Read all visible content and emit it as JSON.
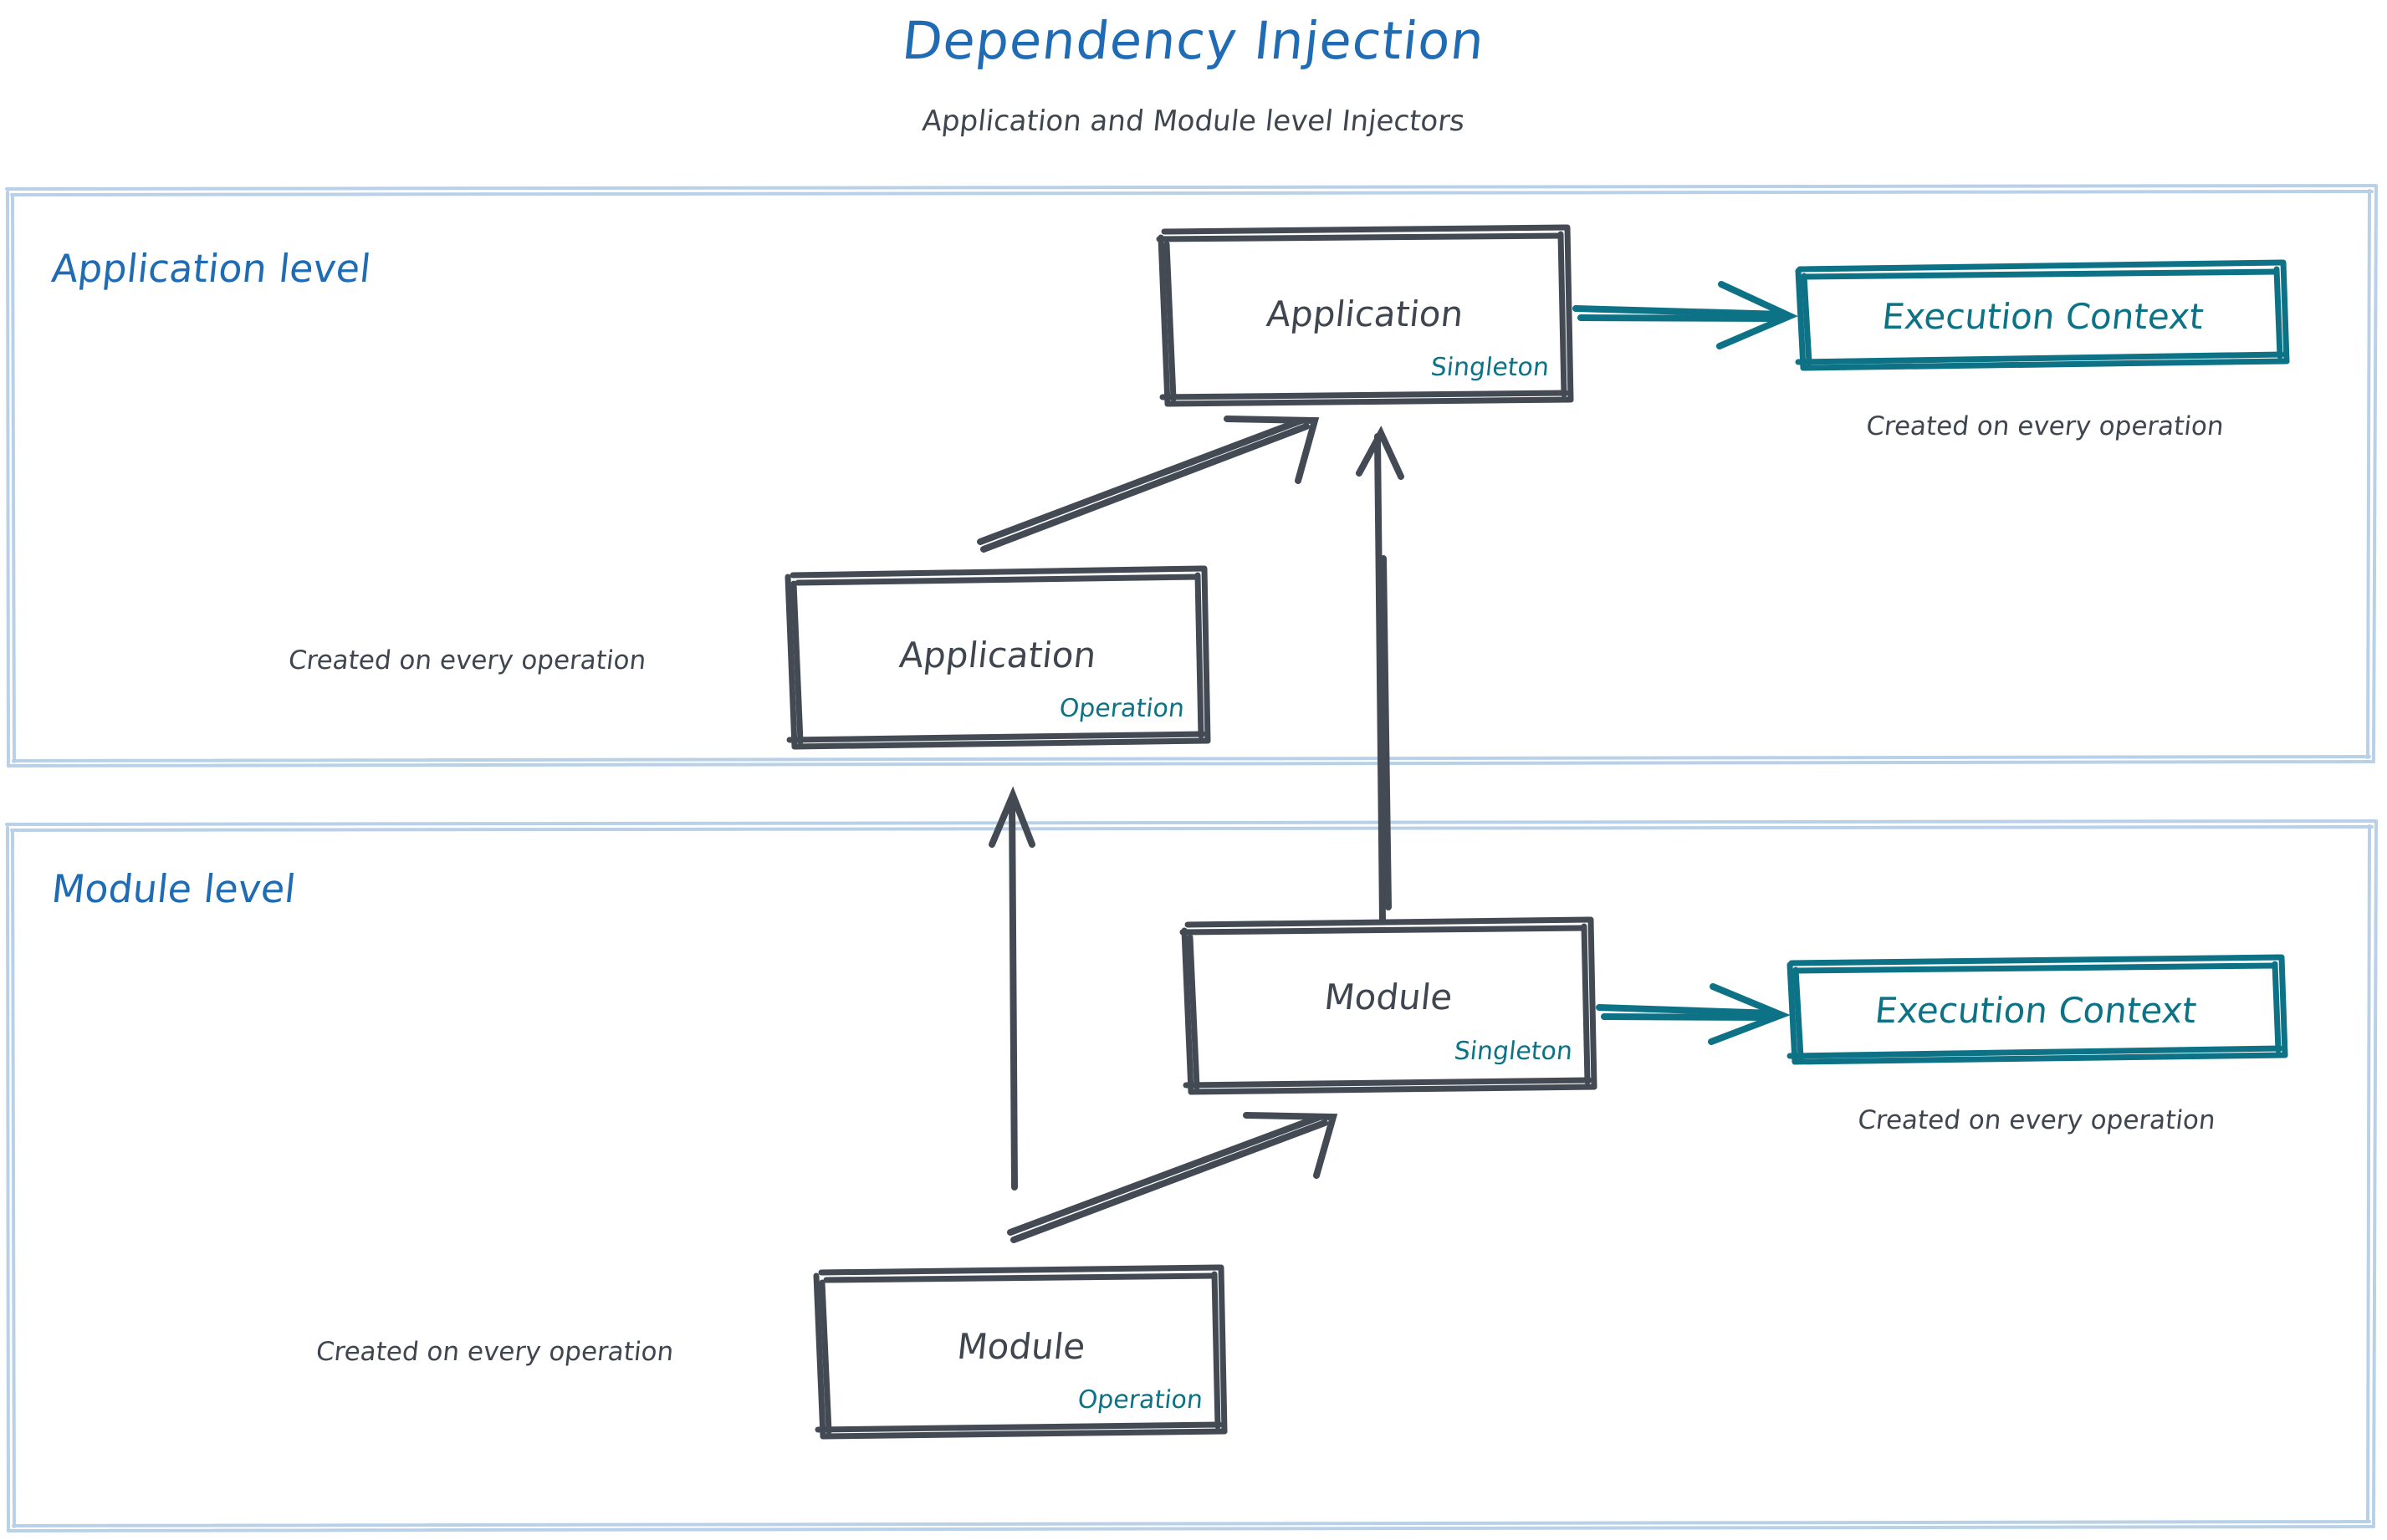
{
  "header": {
    "title": "Dependency Injection",
    "subtitle": "Application and Module level Injectors",
    "title_color": "#1f6cb4",
    "subtitle_color": "#3f464f"
  },
  "colors": {
    "container_border": "#b8d0e8",
    "node_stroke": "#434a54",
    "accent_teal": "#0d7285",
    "brand_blue": "#1f6cb4",
    "text_dark": "#3f464f",
    "background": "#ffffff"
  },
  "sections": [
    {
      "id": "application-level",
      "label": "Application level",
      "nodes": [
        {
          "id": "application-singleton",
          "title": "Application",
          "scope": "Singleton",
          "style": "dark"
        },
        {
          "id": "application-execution-context",
          "title": "Execution Context",
          "scope": "",
          "style": "teal",
          "caption": "Created on every operation"
        },
        {
          "id": "application-operation",
          "title": "Application",
          "scope": "Operation",
          "style": "dark",
          "caption": "Created on every operation"
        }
      ]
    },
    {
      "id": "module-level",
      "label": "Module level",
      "nodes": [
        {
          "id": "module-singleton",
          "title": "Module",
          "scope": "Singleton",
          "style": "dark"
        },
        {
          "id": "module-execution-context",
          "title": "Execution Context",
          "scope": "",
          "style": "teal",
          "caption": "Created on every operation"
        },
        {
          "id": "module-operation",
          "title": "Module",
          "scope": "Operation",
          "style": "dark",
          "caption": "Created on every operation"
        }
      ]
    }
  ],
  "edges": [
    {
      "id": "app-singleton-to-app-exec-context",
      "from": "application-singleton",
      "to": "application-execution-context",
      "color": "#0d7285",
      "kind": "horizontal"
    },
    {
      "id": "app-operation-to-app-singleton",
      "from": "application-operation",
      "to": "application-singleton",
      "color": "#434a54",
      "kind": "diagonal"
    },
    {
      "id": "module-singleton-to-app-singleton",
      "from": "module-singleton",
      "to": "application-singleton",
      "color": "#434a54",
      "kind": "vertical"
    },
    {
      "id": "module-operation-to-app-operation",
      "from": "module-operation",
      "to": "application-operation",
      "color": "#434a54",
      "kind": "vertical"
    },
    {
      "id": "module-singleton-to-module-exec-context",
      "from": "module-singleton",
      "to": "module-execution-context",
      "color": "#0d7285",
      "kind": "horizontal"
    },
    {
      "id": "module-operation-to-module-singleton",
      "from": "module-operation",
      "to": "module-singleton",
      "color": "#434a54",
      "kind": "diagonal"
    }
  ],
  "labels": {
    "app_exec_caption": "Created on every operation",
    "app_operation_caption": "Created on every operation",
    "module_exec_caption": "Created on every operation",
    "module_operation_caption": "Created on every operation"
  }
}
